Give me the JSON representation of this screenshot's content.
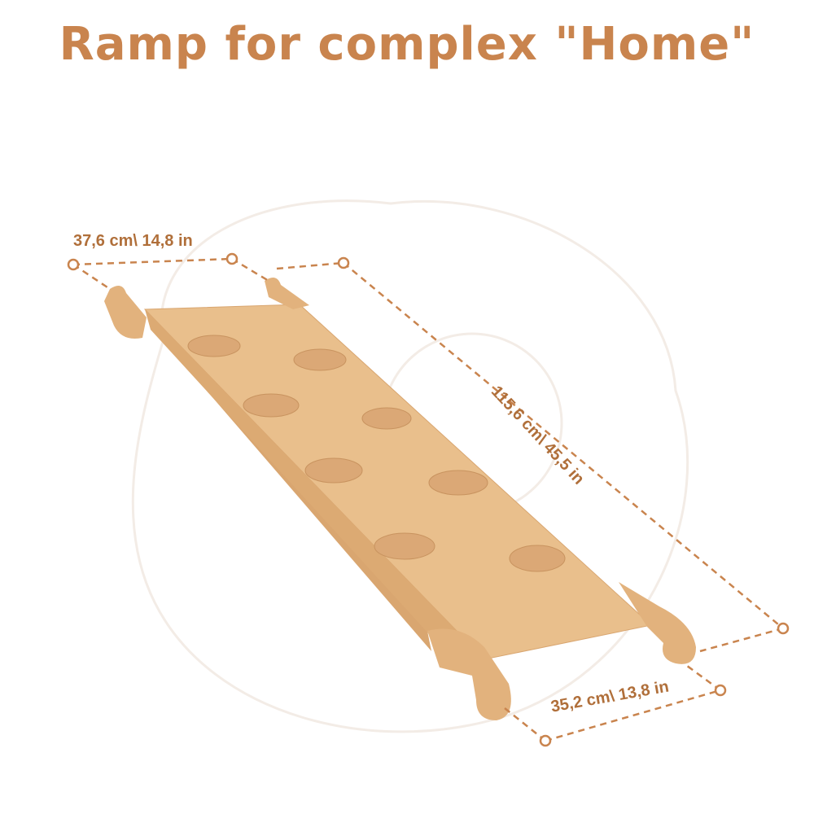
{
  "title": "Ramp for complex \"Home\"",
  "dimensions": {
    "width_top": "37,6 cm\\ 14,8 in",
    "length": "115,6 cm\\ 45,5 in",
    "width_bottom": "35,2 cm\\ 13,8 in"
  },
  "colors": {
    "title": "#c9844e",
    "dimension": "#b06f3a",
    "wood": "#e9bf8c",
    "wood_dark": "#d9a670"
  }
}
